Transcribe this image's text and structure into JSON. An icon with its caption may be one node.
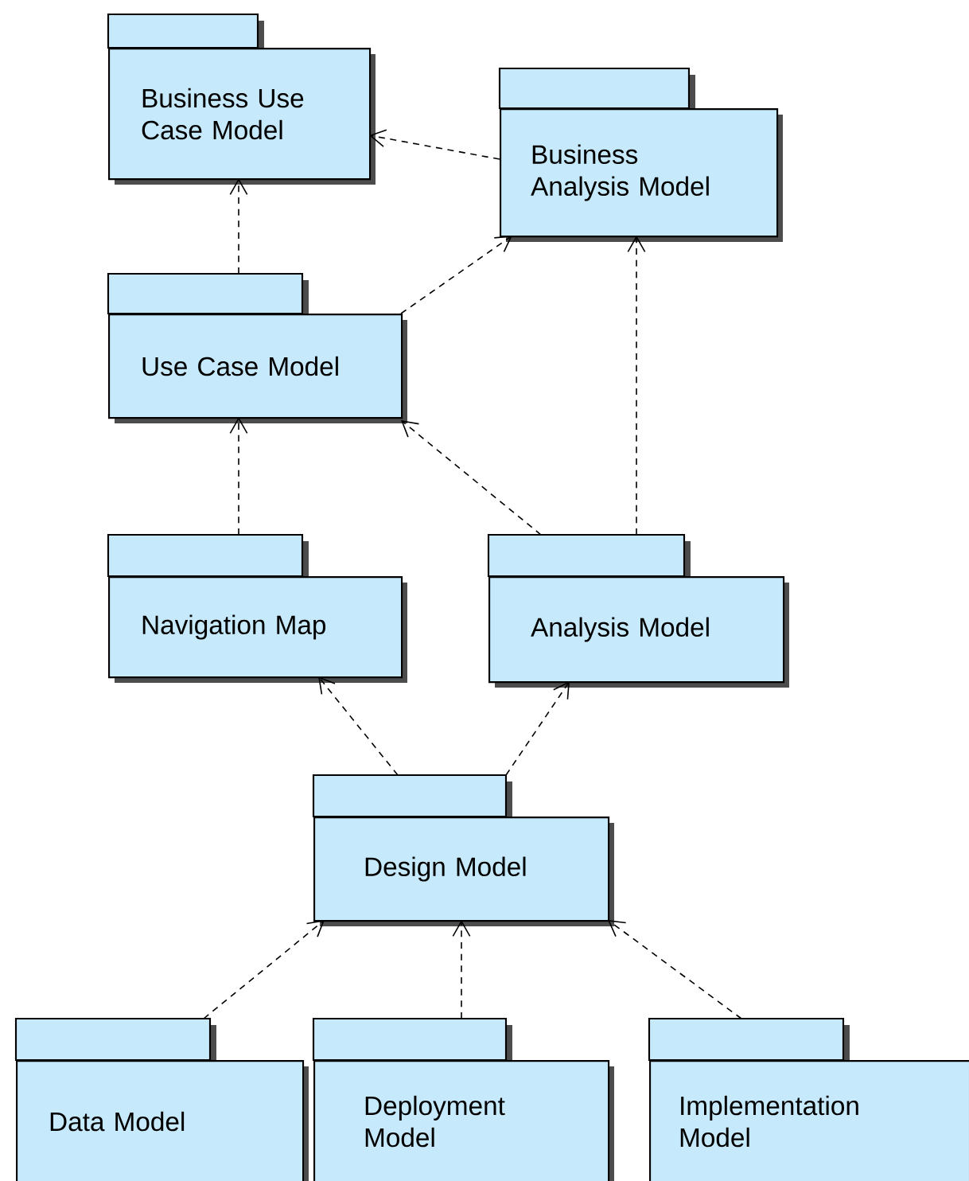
{
  "diagram": {
    "nodes": [
      {
        "text": [
          "Business Use Case Model"
        ]
      },
      {
        "text": [
          "Business Analysis Model"
        ]
      },
      {
        "text": [
          "Use Case Model"
        ]
      },
      {
        "text": [
          "Navigation Map"
        ]
      },
      {
        "text": [
          "Analysis Model"
        ]
      },
      {
        "text": [
          "Design Model"
        ]
      },
      {
        "text": [
          "Data Model"
        ]
      },
      {
        "text": [
          "Deployment Model"
        ]
      },
      {
        "text": [
          "Implementation Model"
        ]
      }
    ],
    "edges": [
      {
        "from": 1,
        "to": 0,
        "arrow": "to",
        "style": "dashed"
      },
      {
        "from": 2,
        "to": 0,
        "arrow": "to",
        "style": "dashed"
      },
      {
        "from": 2,
        "to": 1,
        "arrow": "to",
        "style": "dashed"
      },
      {
        "from": 3,
        "to": 2,
        "arrow": "to",
        "style": "dashed"
      },
      {
        "from": 4,
        "to": 2,
        "arrow": "to",
        "style": "dashed"
      },
      {
        "from": 4,
        "to": 1,
        "arrow": "to",
        "style": "dashed"
      },
      {
        "from": 5,
        "to": 3,
        "arrow": "to",
        "style": "dashed"
      },
      {
        "from": 5,
        "to": 4,
        "arrow": "to",
        "style": "dashed"
      },
      {
        "from": 6,
        "to": 5,
        "arrow": "to",
        "style": "dashed"
      },
      {
        "from": 7,
        "to": 5,
        "arrow": "to",
        "style": "dashed"
      },
      {
        "from": 8,
        "to": 5,
        "arrow": "to",
        "style": "dashed"
      }
    ]
  }
}
